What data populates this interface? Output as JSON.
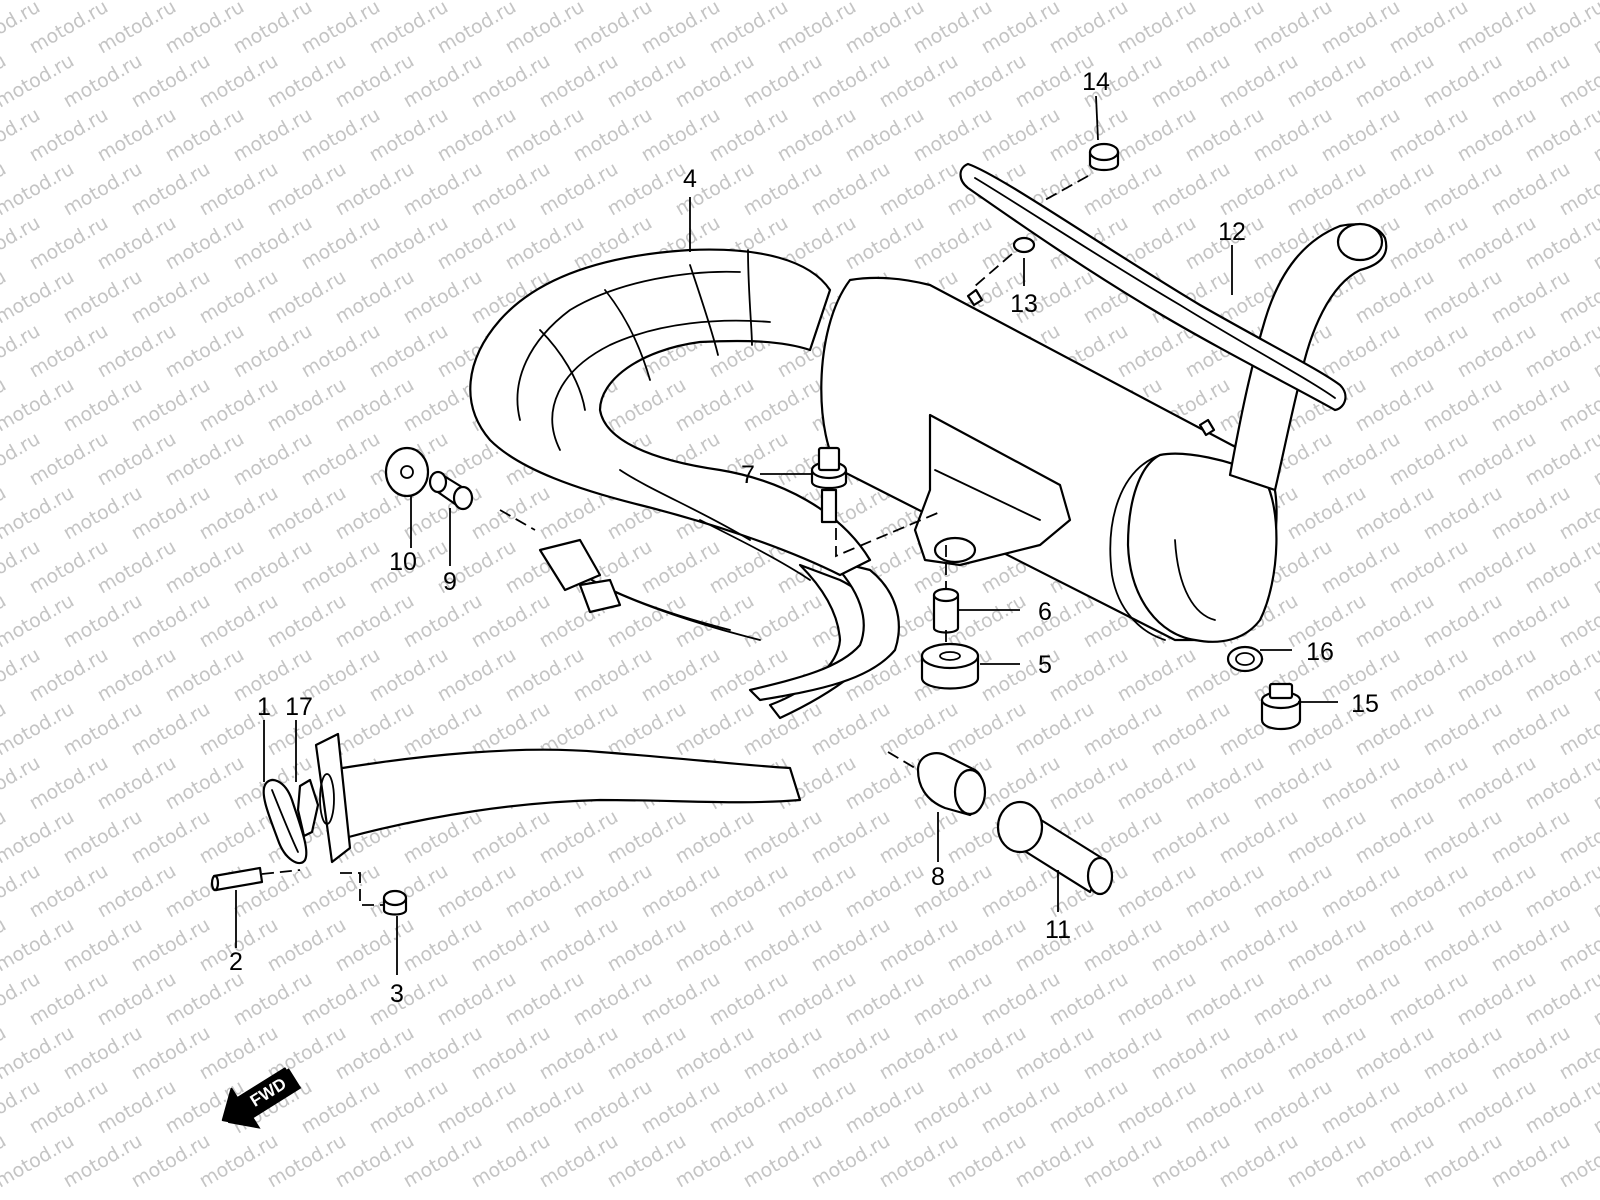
{
  "watermark": {
    "text": "motod.ru"
  },
  "direction_arrow": {
    "label": "FWD"
  },
  "callouts": [
    {
      "id": "c1",
      "number": "1"
    },
    {
      "id": "c2",
      "number": "2"
    },
    {
      "id": "c3",
      "number": "3"
    },
    {
      "id": "c4",
      "number": "4"
    },
    {
      "id": "c5",
      "number": "5"
    },
    {
      "id": "c6",
      "number": "6"
    },
    {
      "id": "c7",
      "number": "7"
    },
    {
      "id": "c8",
      "number": "8"
    },
    {
      "id": "c9",
      "number": "9"
    },
    {
      "id": "c10",
      "number": "10"
    },
    {
      "id": "c11",
      "number": "11"
    },
    {
      "id": "c12",
      "number": "12"
    },
    {
      "id": "c13",
      "number": "13"
    },
    {
      "id": "c14",
      "number": "14"
    },
    {
      "id": "c15",
      "number": "15"
    },
    {
      "id": "c16",
      "number": "16"
    },
    {
      "id": "c17",
      "number": "17"
    }
  ]
}
